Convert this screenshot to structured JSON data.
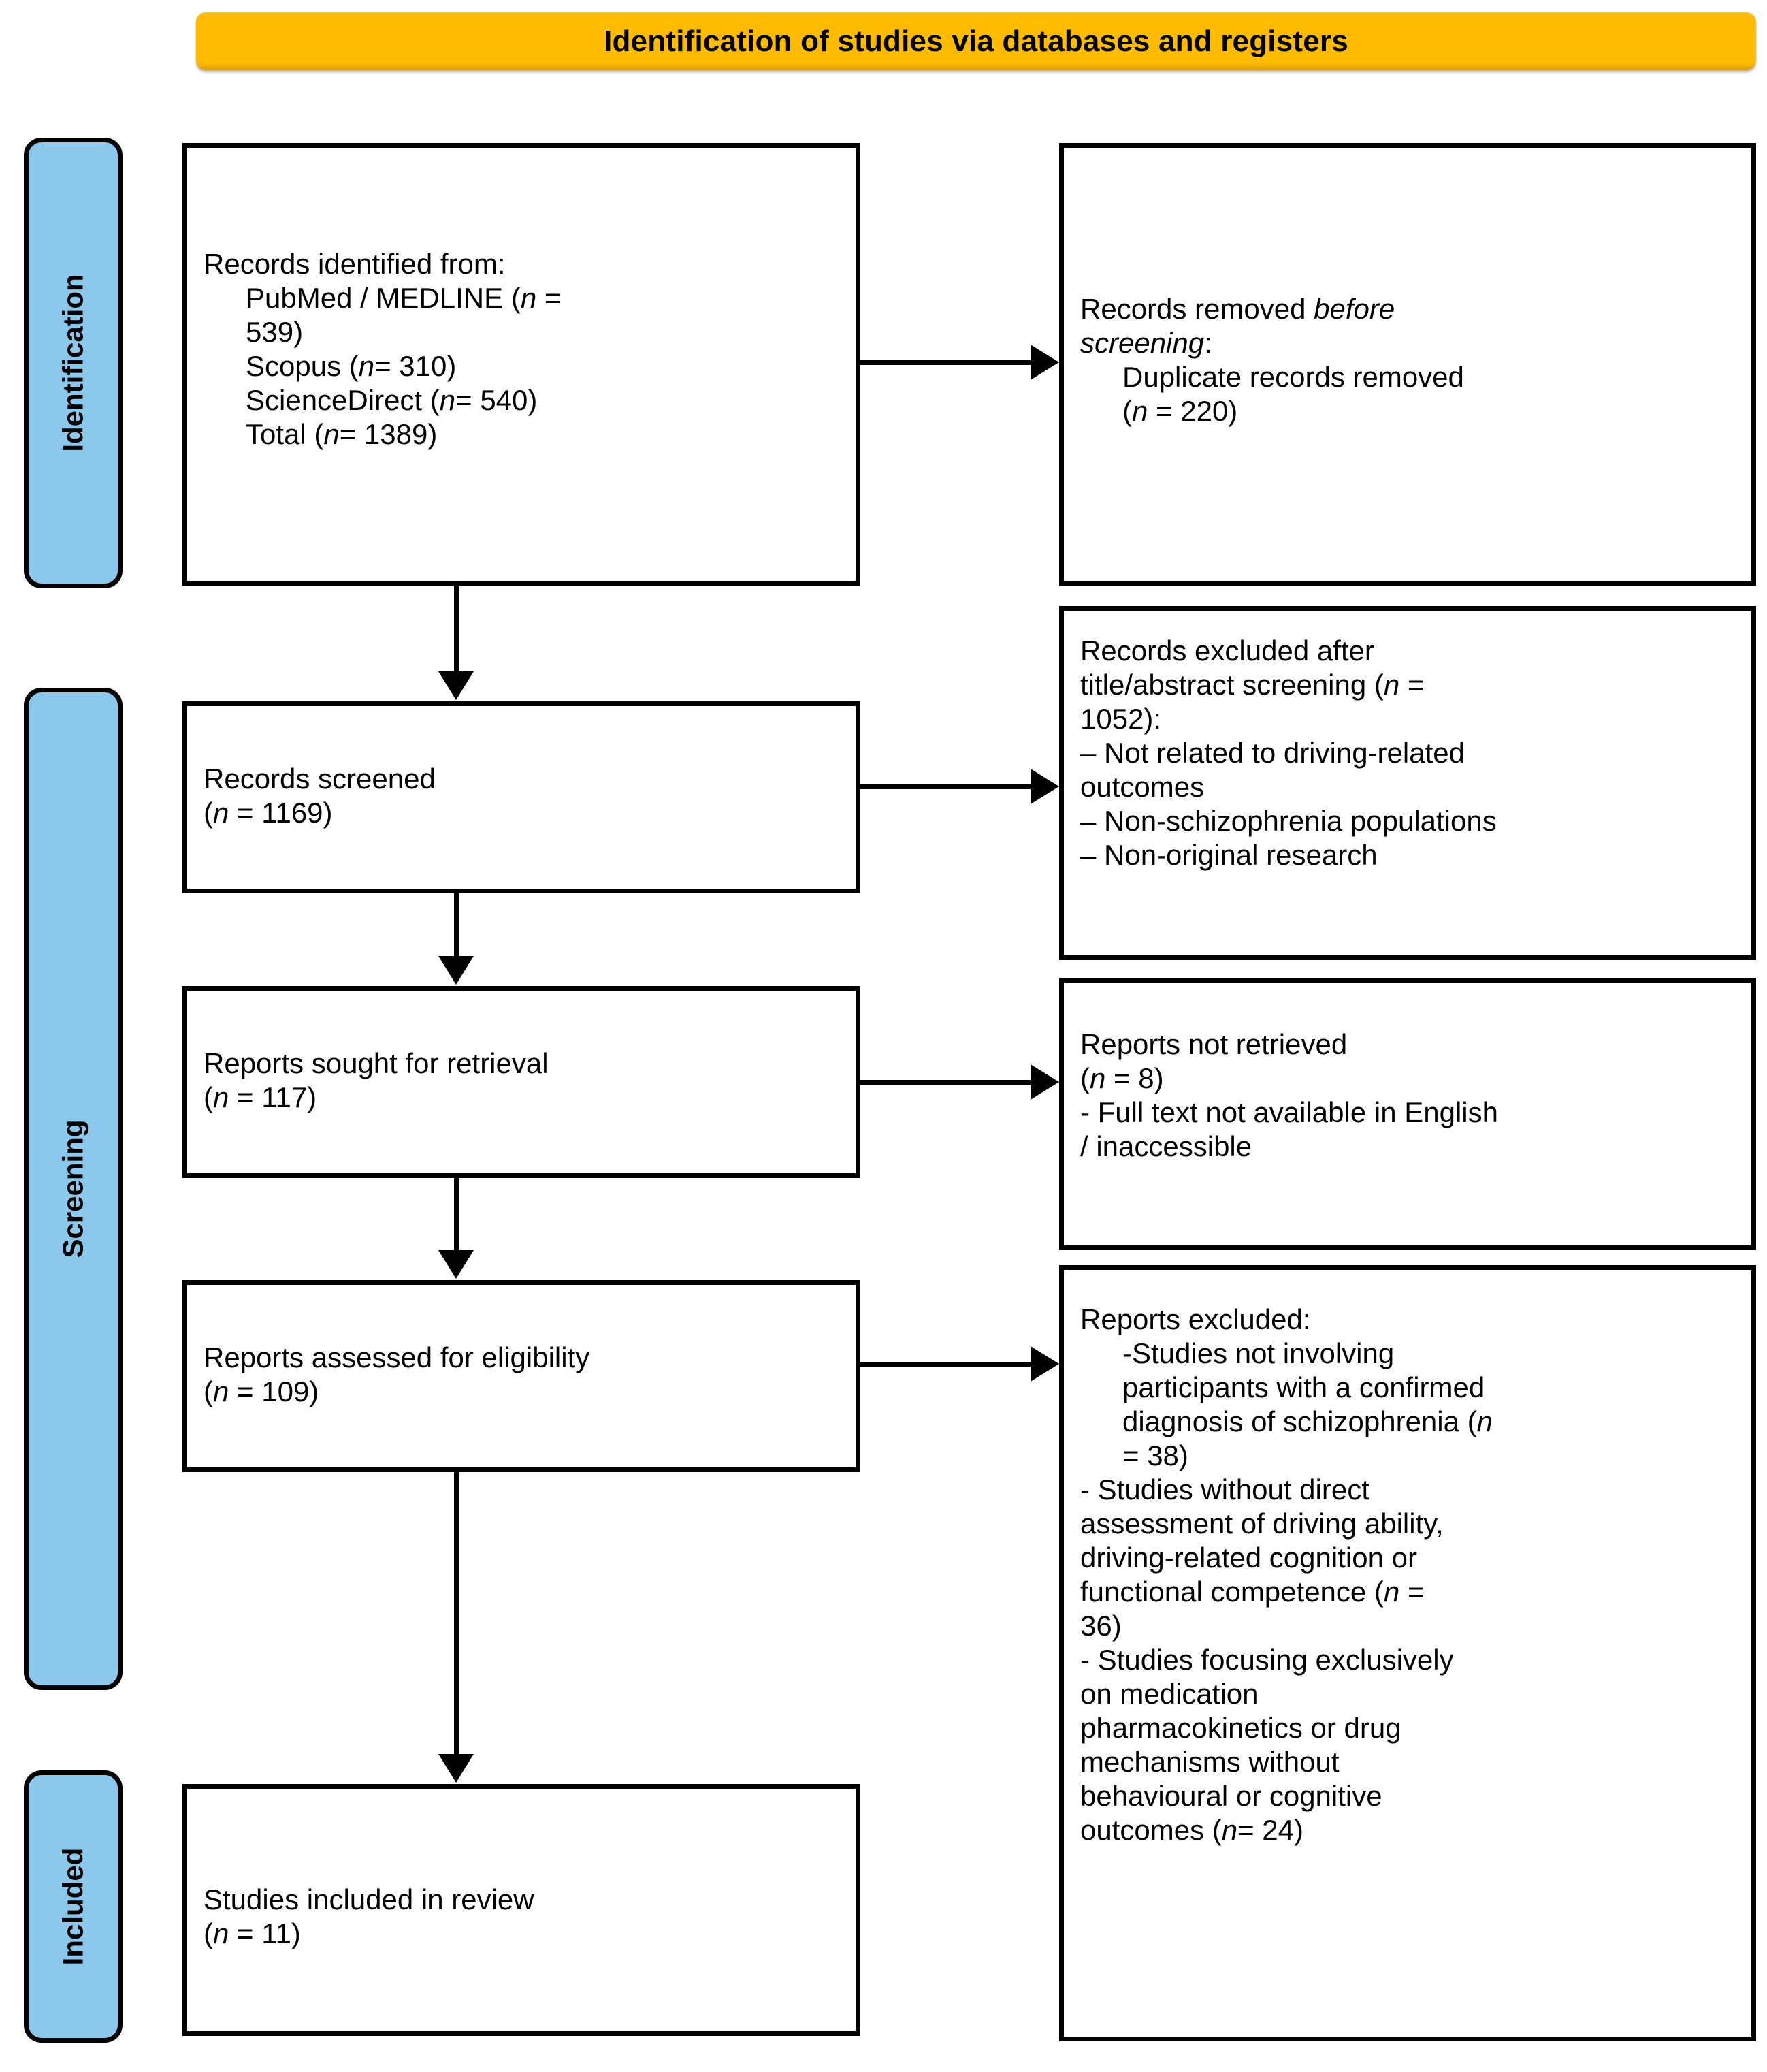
{
  "banner": {
    "title": "Identification of studies via databases and registers",
    "color": "#FFBB00"
  },
  "stages": {
    "identification": "Identification",
    "screening": "Screening",
    "included": "Included",
    "color": "#8CC7EC"
  },
  "boxes": {
    "identified": {
      "line1": "Records identified from:",
      "line2": "PubMed / MEDLINE (",
      "line2_n": "n",
      "line2_rest": " =",
      "line3": "539)",
      "line4_a": "Scopus (",
      "line4_n": "n",
      "line4_b": "= 310)",
      "line5_a": "ScienceDirect (",
      "line5_n": "n",
      "line5_b": "= 540)",
      "line6_a": "Total (",
      "line6_n": "n",
      "line6_b": "= 1389)"
    },
    "removed": {
      "line1_a": "Records removed ",
      "line1_ital": "before",
      "line2_ital": "screening",
      "line2_b": ":",
      "line3": "Duplicate records removed",
      "line4_a": "(",
      "line4_n": "n",
      "line4_b": " = 220)"
    },
    "screened": {
      "line1": "Records screened",
      "line2_a": "(",
      "line2_n": "n",
      "line2_b": " = 1169)"
    },
    "excluded_screening": {
      "line1": "Records excluded after",
      "line2_a": "title/abstract screening (",
      "line2_n": "n",
      "line2_b": " =",
      "line3": "1052):",
      "line4": "– Not related to driving-related",
      "line5": "outcomes",
      "line6": "– Non-schizophrenia populations",
      "line7": "– Non-original research"
    },
    "sought": {
      "line1": "Reports sought for retrieval",
      "line2_a": "(",
      "line2_n": "n",
      "line2_b": " = 117)"
    },
    "not_retrieved": {
      "line1": "Reports not retrieved",
      "line2_a": "(",
      "line2_n": "n",
      "line2_b": " = 8)",
      "line3": "- Full text not available in English",
      "line4": "/ inaccessible"
    },
    "assessed": {
      "line1": "Reports assessed for eligibility",
      "line2_a": "(",
      "line2_n": "n",
      "line2_b": " = 109)"
    },
    "excluded_reports": {
      "line1": "Reports excluded:",
      "line2": "-Studies not involving",
      "line3": "participants with a confirmed",
      "line4_a": "diagnosis of schizophrenia (",
      "line4_n": "n",
      "line5": "= 38)",
      "line6": "- Studies without direct",
      "line7": "assessment of driving ability,",
      "line8": "driving-related cognition or",
      "line9_a": "functional competence (",
      "line9_n": "n",
      "line9_b": " =",
      "line10": "36)",
      "line11": "- Studies focusing exclusively",
      "line12": "on medication",
      "line13": "pharmacokinetics or drug",
      "line14": "mechanisms without",
      "line15": "behavioural or cognitive",
      "line16_a": "outcomes (",
      "line16_n": "n",
      "line16_b": "= 24)"
    },
    "included": {
      "line1": "Studies included in review",
      "line2_a": "(",
      "line2_n": "n",
      "line2_b": " = 11)"
    }
  }
}
